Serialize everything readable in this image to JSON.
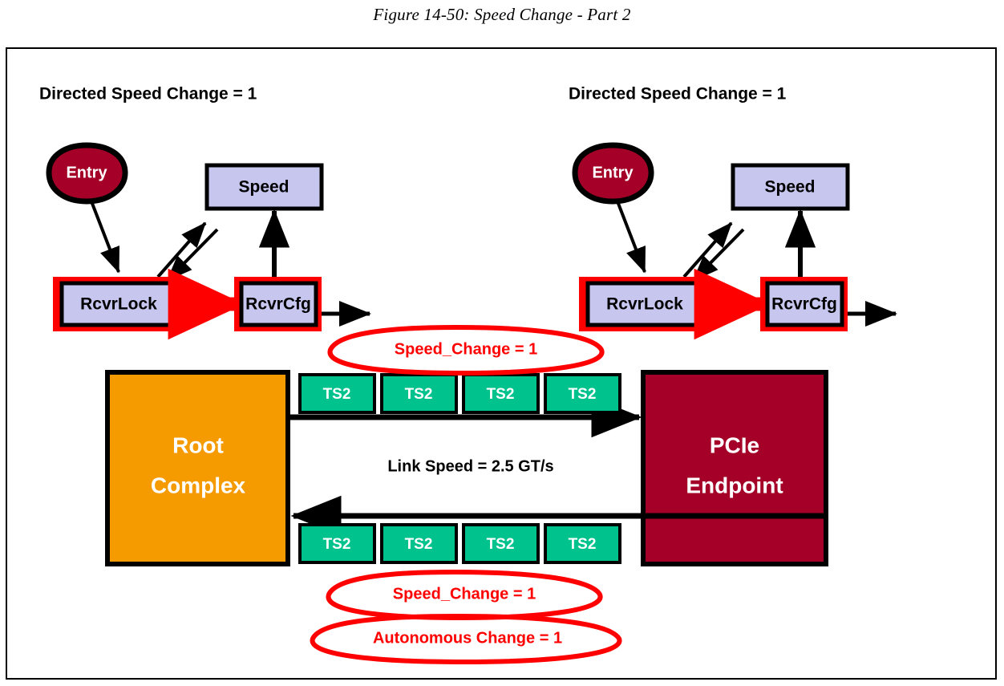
{
  "figure": {
    "caption": "Figure 14-50: Speed Change - Part 2"
  },
  "colors": {
    "red_highlight": "#ff0000",
    "node_fill": "#c6c6ef",
    "entry_fill": "#a50028",
    "endpoint_fill": "#a50028",
    "root_complex_fill": "#f59b00",
    "ts2_fill": "#00c28d",
    "outline": "#000000",
    "annotation": "#ff0000"
  },
  "state_machines": [
    {
      "id": "left",
      "heading": "Directed Speed Change = 1",
      "entry_label": "Entry",
      "nodes": [
        {
          "id": "speed",
          "label": "Speed",
          "highlighted": false
        },
        {
          "id": "rcvrlock",
          "label": "RcvrLock",
          "highlighted": true
        },
        {
          "id": "rcvrcfg",
          "label": "RcvrCfg",
          "highlighted": true
        }
      ]
    },
    {
      "id": "right",
      "heading": "Directed Speed Change = 1",
      "entry_label": "Entry",
      "nodes": [
        {
          "id": "speed",
          "label": "Speed",
          "highlighted": false
        },
        {
          "id": "rcvrlock",
          "label": "RcvrLock",
          "highlighted": true
        },
        {
          "id": "rcvrcfg",
          "label": "RcvrCfg",
          "highlighted": true
        }
      ]
    }
  ],
  "link_diagram": {
    "root_complex_label_line1": "Root",
    "root_complex_label_line2": "Complex",
    "endpoint_label_line1": "PCIe",
    "endpoint_label_line2": "Endpoint",
    "link_speed_label": "Link Speed = 2.5 GT/s",
    "downstream_packets": [
      "TS2",
      "TS2",
      "TS2",
      "TS2"
    ],
    "upstream_packets": [
      "TS2",
      "TS2",
      "TS2",
      "TS2"
    ]
  },
  "annotations": [
    {
      "id": "top",
      "text": "Speed_Change = 1"
    },
    {
      "id": "bottom-1",
      "text": "Speed_Change = 1"
    },
    {
      "id": "bottom-2",
      "text": "Autonomous Change = 1"
    }
  ]
}
